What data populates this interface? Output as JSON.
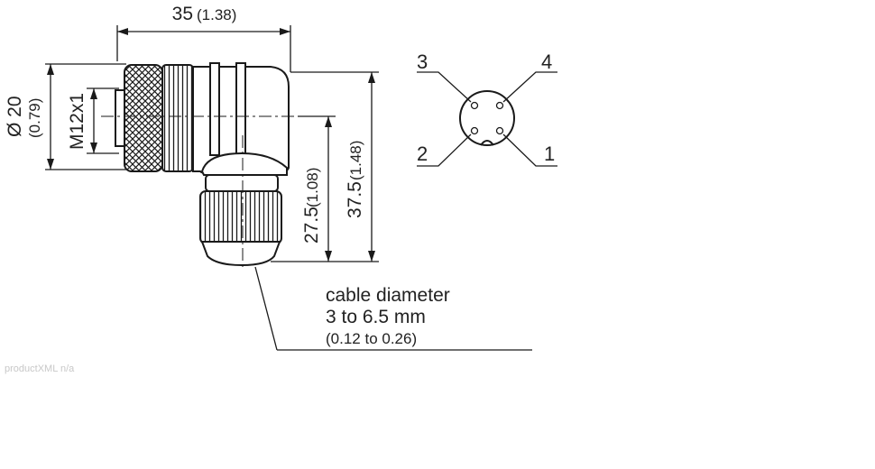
{
  "dimensions": {
    "width_mm": "35",
    "width_in": "(1.38)",
    "diameter_mm": "Ø 20",
    "diameter_in": "(0.79)",
    "thread": "M12x1",
    "height_short_mm": "27.5",
    "height_short_in": "(1.08)",
    "height_total_mm": "37.5",
    "height_total_in": "(1.48)"
  },
  "pins": {
    "p1": "1",
    "p2": "2",
    "p3": "3",
    "p4": "4"
  },
  "cable_note": {
    "line1": "cable diameter",
    "line2": "3 to 6.5 mm",
    "line3": "(0.12 to 0.26)"
  },
  "watermark": "productXML n/a"
}
